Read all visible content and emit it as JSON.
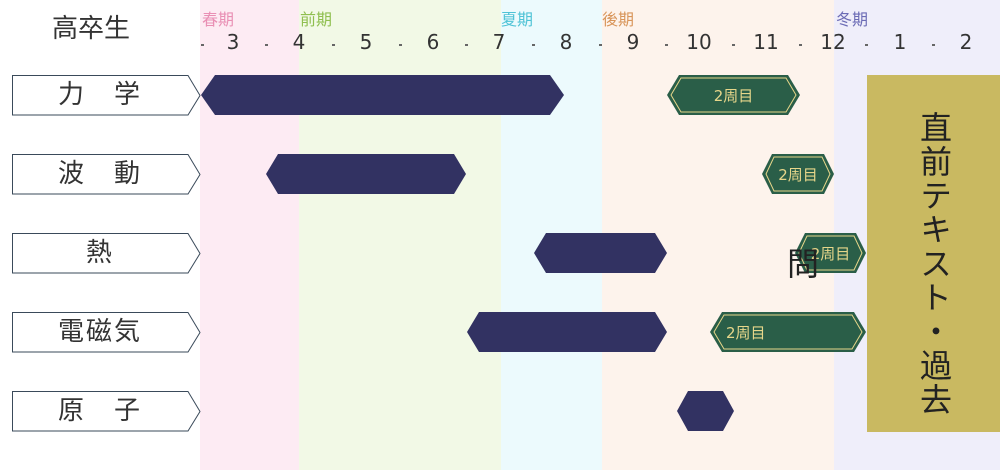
{
  "header": {
    "label": "高卒生"
  },
  "terms": [
    {
      "name": "春期",
      "color": "#e98fb4"
    },
    {
      "name": "前期",
      "color": "#8fbf4f"
    },
    {
      "name": "夏期",
      "color": "#4fc3d6"
    },
    {
      "name": "後期",
      "color": "#d8955a"
    },
    {
      "name": "冬期",
      "color": "#6b6bb5"
    }
  ],
  "months": [
    "3",
    "4",
    "5",
    "6",
    "7",
    "8",
    "9",
    "10",
    "11",
    "12",
    "1",
    "2"
  ],
  "subjects": [
    {
      "label": "力　学"
    },
    {
      "label": "波　動"
    },
    {
      "label": "熱"
    },
    {
      "label": "電磁気"
    },
    {
      "label": "原　子"
    }
  ],
  "rounds": [
    "2周目",
    "2周目",
    "2周目",
    "2周目"
  ],
  "final_review": {
    "label": "直前テキスト・過去問"
  },
  "colors": {
    "first_round": "#323262",
    "second_round": "#2a5e48",
    "second_round_text": "#e6d68a",
    "final_box": "#c9b961"
  }
}
